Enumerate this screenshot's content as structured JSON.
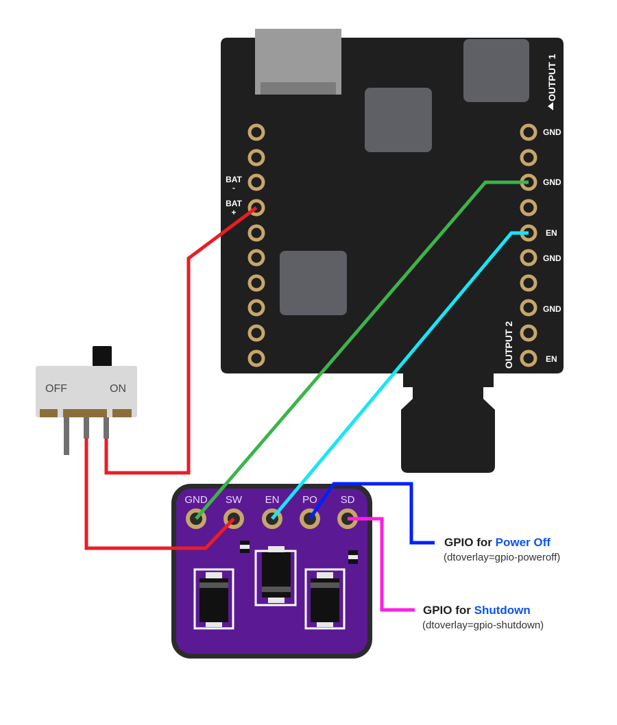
{
  "board": {
    "left_pins": [
      "BAT -",
      "BAT +"
    ],
    "bat_minus_label": "BAT",
    "bat_minus_sign": "-",
    "bat_plus_label": "BAT",
    "bat_plus_sign": "+",
    "output1": "OUTPUT 1",
    "output2": "OUTPUT 2",
    "right_pins": [
      "GND",
      "",
      "GND",
      "",
      "EN",
      "GND",
      "",
      "GND",
      "",
      "EN"
    ]
  },
  "switch": {
    "off_label": "OFF",
    "on_label": "ON"
  },
  "module": {
    "pins": [
      "GND",
      "SW",
      "EN",
      "PO",
      "SD"
    ]
  },
  "notes": {
    "power_off": {
      "prefix": "GPIO for ",
      "highlight": "Power Off",
      "detail": "(dtoverlay=gpio-poweroff)"
    },
    "shutdown": {
      "prefix": "GPIO for ",
      "highlight": "Shutdown",
      "detail": "(dtoverlay=gpio-shutdown)"
    }
  },
  "colors": {
    "board": "#1f1f1f",
    "pad": "#c7a66a",
    "module": "#5b1a94",
    "wire_red": "#ec1c24",
    "wire_green": "#3cb44b",
    "wire_cyan": "#17e6f5",
    "wire_blue": "#0020ff",
    "wire_magenta": "#ff20e0",
    "highlight_text": "#0a55ee"
  }
}
